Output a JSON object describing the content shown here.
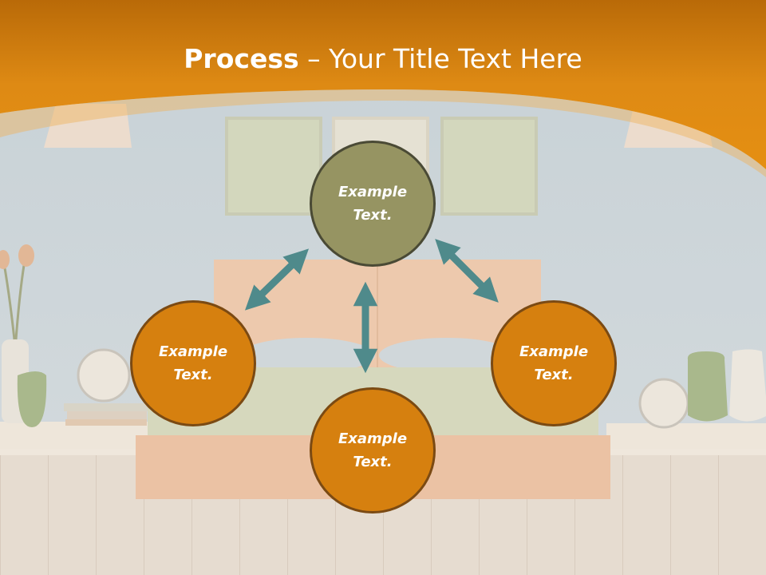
{
  "title": {
    "bold_part": "Process",
    "rest_part": " – Your Title Text Here"
  },
  "nodes": [
    {
      "id": "top",
      "text": "Example Text.",
      "color": "#969462"
    },
    {
      "id": "left",
      "text": "Example Text.",
      "color": "#d6800f"
    },
    {
      "id": "right",
      "text": "Example Text.",
      "color": "#d6800f"
    },
    {
      "id": "bottom",
      "text": "Example Text.",
      "color": "#d6800f"
    }
  ],
  "colors": {
    "header_orange": "#e08c14",
    "arrow_teal": "#4f8a8b"
  },
  "icons": [
    "double-arrow-icon"
  ]
}
